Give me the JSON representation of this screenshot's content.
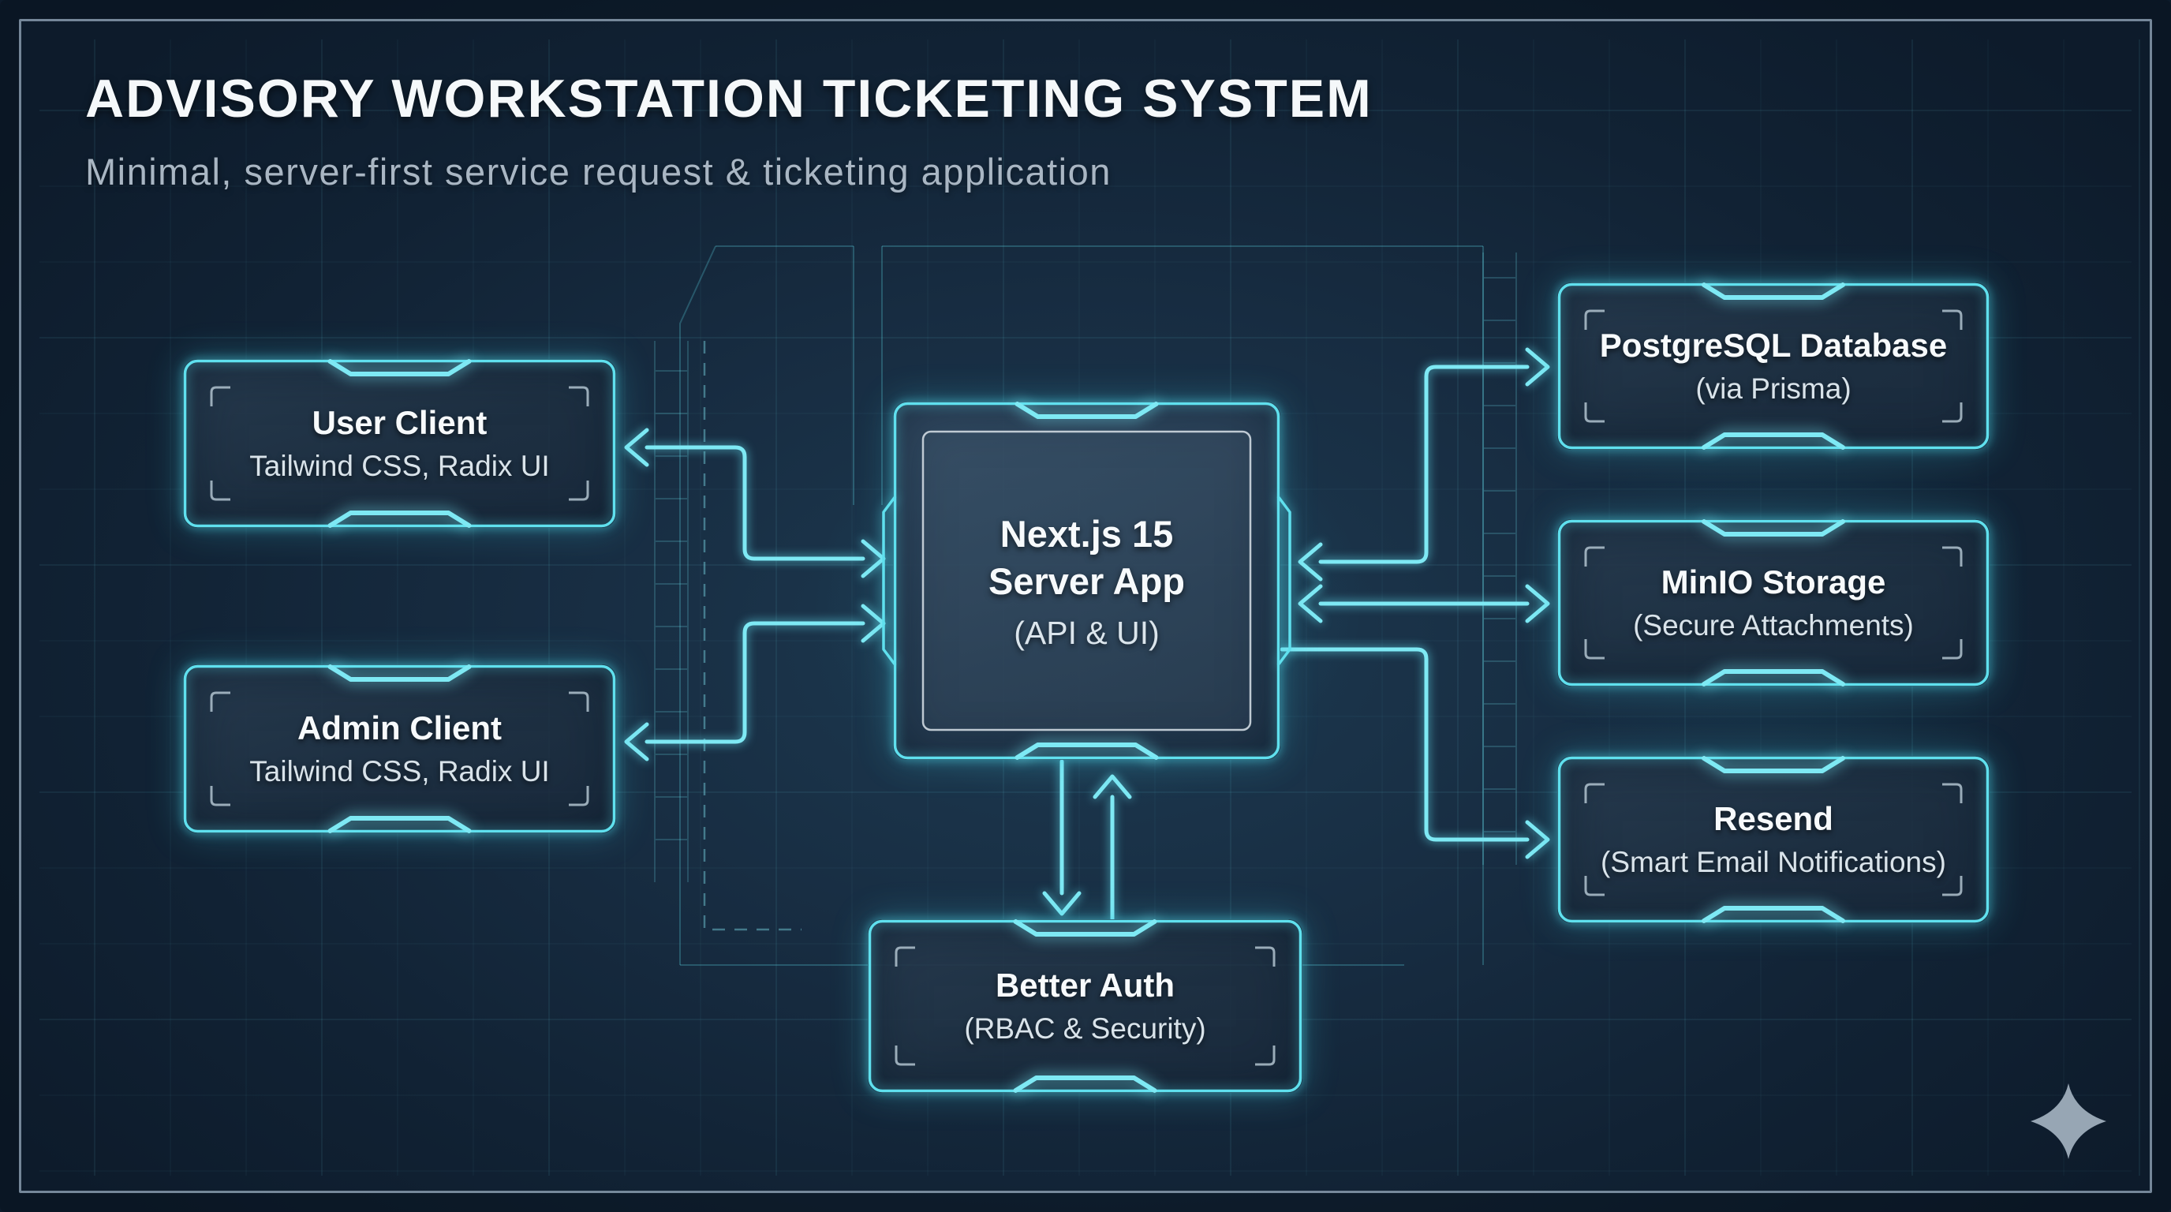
{
  "header": {
    "title": "ADVISORY WORKSTATION TICKETING SYSTEM",
    "subtitle": "Minimal, server-first service request & ticketing application"
  },
  "nodes": {
    "user_client": {
      "title": "User Client",
      "subtitle": "Tailwind CSS, Radix UI"
    },
    "admin_client": {
      "title": "Admin Client",
      "subtitle": "Tailwind CSS, Radix UI"
    },
    "server": {
      "title_line1": "Next.js 15",
      "title_line2": "Server App",
      "subtitle": "(API & UI)"
    },
    "postgres": {
      "title": "PostgreSQL Database",
      "subtitle": "(via Prisma)"
    },
    "minio": {
      "title": "MinIO Storage",
      "subtitle": "(Secure Attachments)"
    },
    "resend": {
      "title": "Resend",
      "subtitle": "(Smart Email Notifications)"
    },
    "better_auth": {
      "title": "Better Auth",
      "subtitle": "(RBAC & Security)"
    }
  },
  "connections": [
    {
      "from": "server",
      "to": "user_client",
      "bidirectional": true
    },
    {
      "from": "server",
      "to": "admin_client",
      "bidirectional": true
    },
    {
      "from": "server",
      "to": "postgres",
      "bidirectional": true
    },
    {
      "from": "server",
      "to": "minio",
      "bidirectional": true
    },
    {
      "from": "server",
      "to": "resend",
      "bidirectional": false
    },
    {
      "from": "server",
      "to": "better_auth",
      "bidirectional": true
    }
  ],
  "icons": {
    "bottom_right": "sparkle-icon"
  },
  "colors": {
    "accent": "#5fe0ee",
    "accent_bright": "#7ee9f4",
    "background": "#142940",
    "box_fill": "#223649",
    "frame_line": "#9eb2c4",
    "bracket": "#a9bac7",
    "text_primary": "#f5f8fa",
    "text_secondary": "#d9e3ea",
    "header_subtitle": "#a9b6c3",
    "sparkle": "#97a6b4"
  }
}
